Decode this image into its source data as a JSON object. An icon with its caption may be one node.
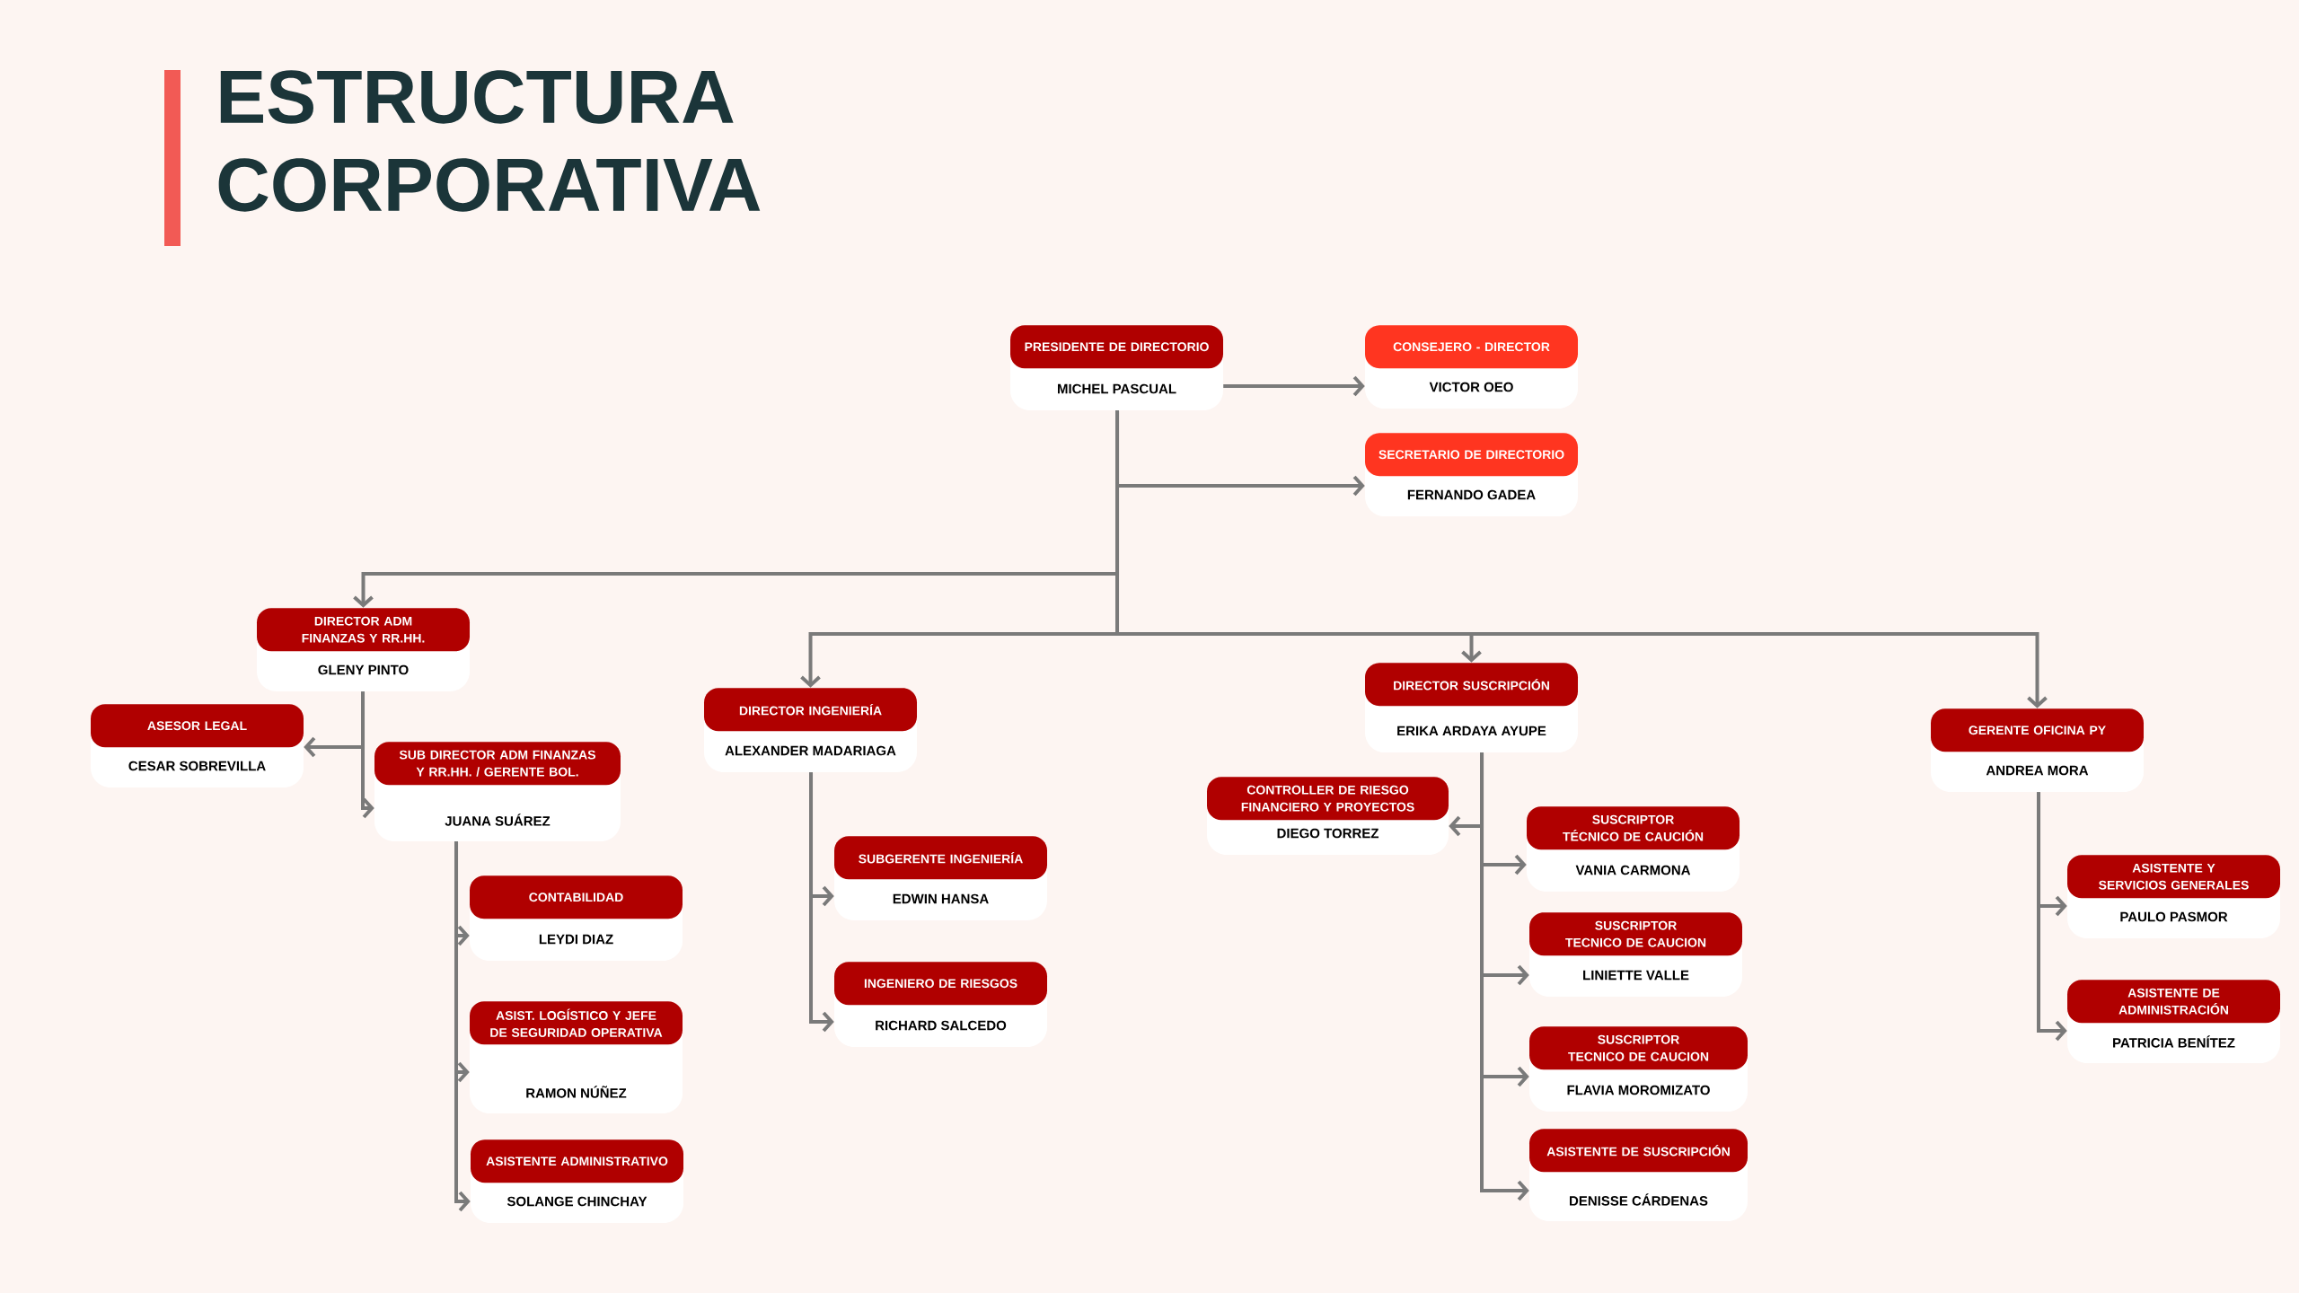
{
  "diagram": {
    "title": "ESTRUCTURA CORPORATIVA",
    "nodes": [
      {
        "text": [
          "PRESIDENTE DE DIRECTORIO",
          "MICHEL PASCUAL"
        ]
      },
      {
        "text": [
          "CONSEJERO - DIRECTOR",
          "VICTOR OEO"
        ]
      },
      {
        "text": [
          "SECRETARIO DE DIRECTORIO",
          "FERNANDO GADEA"
        ]
      },
      {
        "text": [
          "DIRECTOR ADM FINANZAS Y RR.HH.",
          "GLENY PINTO"
        ]
      },
      {
        "text": [
          "ASESOR LEGAL",
          "CESAR SOBREVILLA"
        ]
      },
      {
        "text": [
          "SUB DIRECTOR ADM FINANZAS Y RR.HH. / GERENTE BOL.",
          "JUANA SUÁREZ"
        ]
      },
      {
        "text": [
          "CONTABILIDAD",
          "LEYDI DIAZ"
        ]
      },
      {
        "text": [
          "ASIST. LOGÍSTICO Y JEFE DE SEGURIDAD OPERATIVA",
          "RAMON NÚÑEZ"
        ]
      },
      {
        "text": [
          "ASISTENTE ADMINISTRATIVO",
          "SOLANGE CHINCHAY"
        ]
      },
      {
        "text": [
          "DIRECTOR INGENIERÍA",
          "ALEXANDER MADARIAGA"
        ]
      },
      {
        "text": [
          "SUBGERENTE INGENIERÍA",
          "EDWIN HANSA"
        ]
      },
      {
        "text": [
          "INGENIERO DE RIESGOS",
          "RICHARD SALCEDO"
        ]
      },
      {
        "text": [
          "DIRECTOR SUSCRIPCIÓN",
          "ERIKA ARDAYA AYUPE"
        ]
      },
      {
        "text": [
          "CONTROLLER DE RIESGO FINANCIERO Y PROYECTOS",
          "DIEGO TORREZ"
        ]
      },
      {
        "text": [
          "SUSCRIPTOR TÉCNICO DE CAUCIÓN",
          "VANIA CARMONA"
        ]
      },
      {
        "text": [
          "SUSCRIPTOR TECNICO DE CAUCION",
          "LINIETTE VALLE"
        ]
      },
      {
        "text": [
          "SUSCRIPTOR TECNICO DE CAUCION",
          "FLAVIA MOROMIZATO"
        ]
      },
      {
        "text": [
          "ASISTENTE DE SUSCRIPCIÓN",
          "DENISSE CÁRDENAS"
        ]
      },
      {
        "text": [
          "GERENTE OFICINA PY",
          "ANDREA MORA"
        ]
      },
      {
        "text": [
          "ASISTENTE Y SERVICIOS GENERALES",
          "PAULO PASMOR"
        ]
      },
      {
        "text": [
          "ASISTENTE DE ADMINISTRACIÓN",
          "PATRICIA BENÍTEZ"
        ]
      }
    ],
    "edges": [
      {
        "from": 0,
        "to": 1,
        "arrow": "to"
      },
      {
        "from": 0,
        "to": 2,
        "arrow": "to"
      },
      {
        "from": 0,
        "to": 3,
        "arrow": "to"
      },
      {
        "from": 0,
        "to": 9,
        "arrow": "to"
      },
      {
        "from": 0,
        "to": 12,
        "arrow": "to"
      },
      {
        "from": 0,
        "to": 18,
        "arrow": "to"
      },
      {
        "from": 3,
        "to": 4,
        "arrow": "to"
      },
      {
        "from": 3,
        "to": 5,
        "arrow": "to"
      },
      {
        "from": 5,
        "to": 6,
        "arrow": "to"
      },
      {
        "from": 5,
        "to": 7,
        "arrow": "to"
      },
      {
        "from": 5,
        "to": 8,
        "arrow": "to"
      },
      {
        "from": 9,
        "to": 10,
        "arrow": "to"
      },
      {
        "from": 9,
        "to": 11,
        "arrow": "to"
      },
      {
        "from": 12,
        "to": 13,
        "arrow": "to"
      },
      {
        "from": 12,
        "to": 14,
        "arrow": "to"
      },
      {
        "from": 12,
        "to": 15,
        "arrow": "to"
      },
      {
        "from": 12,
        "to": 16,
        "arrow": "to"
      },
      {
        "from": 12,
        "to": 17,
        "arrow": "to"
      },
      {
        "from": 18,
        "to": 19,
        "arrow": "to"
      },
      {
        "from": 18,
        "to": 20,
        "arrow": "to"
      }
    ]
  }
}
